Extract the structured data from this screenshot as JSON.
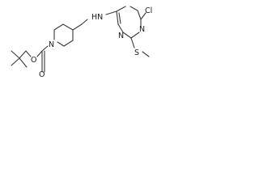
{
  "labels": {
    "o_carbonyl": "O",
    "o_ester": "O",
    "n_piperidine": "N",
    "nh_amine": "HN",
    "n_ring_top": "N",
    "n_ring_bottom": "N",
    "cl": "Cl",
    "s": "S"
  }
}
